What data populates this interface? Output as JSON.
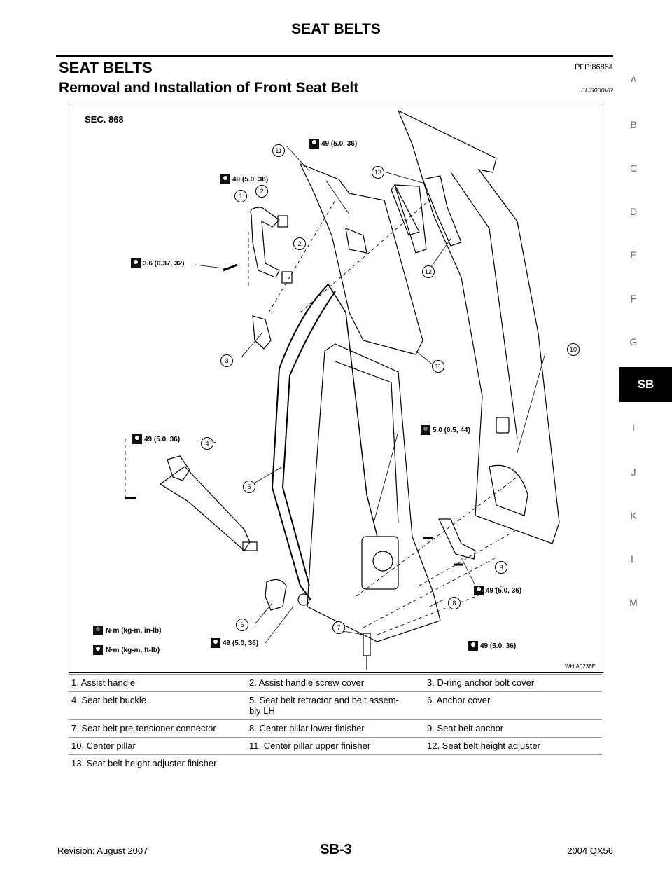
{
  "header": {
    "title": "SEAT BELTS"
  },
  "section": {
    "title": "SEAT BELTS",
    "code": "PFP:86884"
  },
  "subsection": {
    "title": "Removal and Installation of Front Seat Belt",
    "code": "EHS000VR"
  },
  "side_index": {
    "letters": [
      "A",
      "B",
      "C",
      "D",
      "E",
      "F",
      "G",
      "SB",
      "I",
      "J",
      "K",
      "L",
      "M"
    ],
    "active": "SB"
  },
  "figure": {
    "sec": "SEC. 868",
    "id": "WHIA0236E",
    "torques": {
      "t_top": "49 (5.0, 36)",
      "t_left_top": "49 (5.0, 36)",
      "t_screw": "3.6 (0.37, 32)",
      "t_buckle": "49 (5.0, 36)",
      "t_retractor": "5.0 (0.5, 44)",
      "t_anchor_right": "49 (5.0, 36)",
      "t_bottom_center": "49 (5.0, 36)",
      "t_bottom_right": "49 (5.0, 36)"
    },
    "legend_units": {
      "inlb": "N·m (kg-m, in-lb)",
      "ftlb": "N·m (kg-m, ft-lb)"
    },
    "callouts": [
      "1",
      "2",
      "2",
      "3",
      "4",
      "5",
      "6",
      "7",
      "8",
      "9",
      "10",
      "11",
      "11",
      "12",
      "13"
    ]
  },
  "legend": [
    [
      "1.  Assist handle",
      "2.  Assist handle screw cover",
      "3.   D-ring anchor bolt cover"
    ],
    [
      "4.  Seat belt buckle",
      "5.  Seat belt retractor and belt assem-\nbly LH",
      "6.  Anchor cover"
    ],
    [
      "7.  Seat belt pre-tensioner connector",
      "8.  Center pillar lower finisher",
      "9.  Seat belt anchor"
    ],
    [
      "10.  Center pillar",
      "11.  Center pillar upper finisher",
      "12.  Seat belt height adjuster"
    ],
    [
      "13.  Seat belt height adjuster finisher",
      "",
      ""
    ]
  ],
  "footer": {
    "revision": "Revision: August 2007",
    "page": "SB-3",
    "model": "2004 QX56"
  }
}
